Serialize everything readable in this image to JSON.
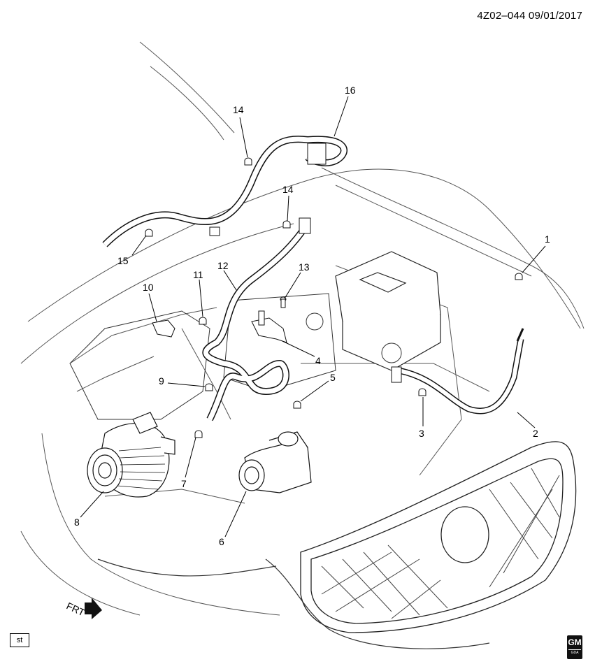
{
  "header": {
    "document_id": "4Z02–044  09/01/2017"
  },
  "footer": {
    "st_label": "st",
    "logo_text": "GM",
    "logo_subtext": "GDA"
  },
  "orientation": {
    "front_label": "FRT"
  },
  "callouts": [
    {
      "id": "c1",
      "label": "1"
    },
    {
      "id": "c2",
      "label": "2"
    },
    {
      "id": "c3",
      "label": "3"
    },
    {
      "id": "c4",
      "label": "4"
    },
    {
      "id": "c5",
      "label": "5"
    },
    {
      "id": "c6",
      "label": "6"
    },
    {
      "id": "c7",
      "label": "7"
    },
    {
      "id": "c8",
      "label": "8"
    },
    {
      "id": "c9",
      "label": "9"
    },
    {
      "id": "c10",
      "label": "10"
    },
    {
      "id": "c11",
      "label": "11"
    },
    {
      "id": "c12",
      "label": "12"
    },
    {
      "id": "c13",
      "label": "13"
    },
    {
      "id": "c14a",
      "label": "14"
    },
    {
      "id": "c14b",
      "label": "14"
    },
    {
      "id": "c15",
      "label": "15"
    },
    {
      "id": "c16",
      "label": "16"
    }
  ]
}
